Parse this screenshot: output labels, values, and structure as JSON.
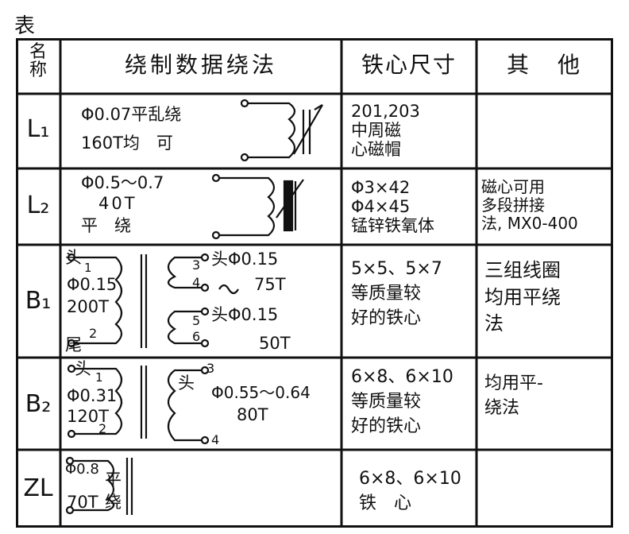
{
  "caption": "表",
  "headers": {
    "name": "名称",
    "winding": "绕制数据绕法",
    "core": "铁心尺寸",
    "other": "其　他"
  },
  "rows": [
    {
      "name": "L₁",
      "winding": [
        "Φ0.07平乱绕",
        "160T均　可"
      ],
      "core": "201,203\n中周磁\n心磁帽",
      "other": ""
    },
    {
      "name": "L₂",
      "winding": [
        "Φ0.5～0.7",
        "40T",
        "平　绕"
      ],
      "core": "Φ3×42\nΦ4×45\n锰锌铁氧体",
      "other": "磁心可用\n多段拼接\n法, MX0-400"
    },
    {
      "name": "B₁",
      "winding": [
        "头",
        "1",
        "Φ0.15",
        "200T",
        "尾",
        "2",
        "3",
        "头Φ0.15",
        "4",
        "75T",
        "5",
        "头Φ0.15",
        "6",
        "50T"
      ],
      "core": "5×5、5×7\n等质量较\n好的铁心",
      "other": "三组线圈\n均用平绕\n法"
    },
    {
      "name": "B₂",
      "winding": [
        "头",
        "1",
        "Φ0.31",
        "120T",
        "2",
        "头",
        "3",
        "Φ0.55～0.64",
        "80T",
        "4"
      ],
      "core": "6×8、6×10\n等质量较\n好的铁心",
      "other": "均用平-\n绕法"
    },
    {
      "name": "ZL",
      "winding": [
        "Φ0.8",
        "平",
        "70T",
        "绕"
      ],
      "core": "6×8、6×10\n铁　心",
      "other": ""
    }
  ]
}
